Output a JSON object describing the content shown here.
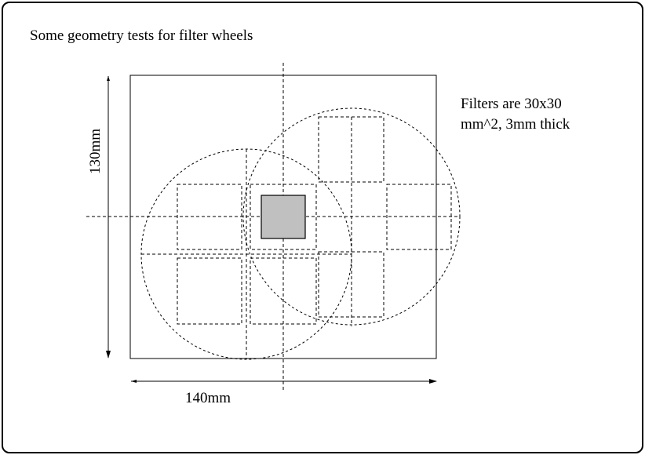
{
  "title": "Some geometry tests for filter wheels",
  "height_label": "130mm",
  "width_label": "140mm",
  "note": [
    "Filters are 30x30",
    "mm^2, 3mm thick"
  ],
  "colors": {
    "detector_fill": "#c0c0c0",
    "line": "#000000"
  }
}
